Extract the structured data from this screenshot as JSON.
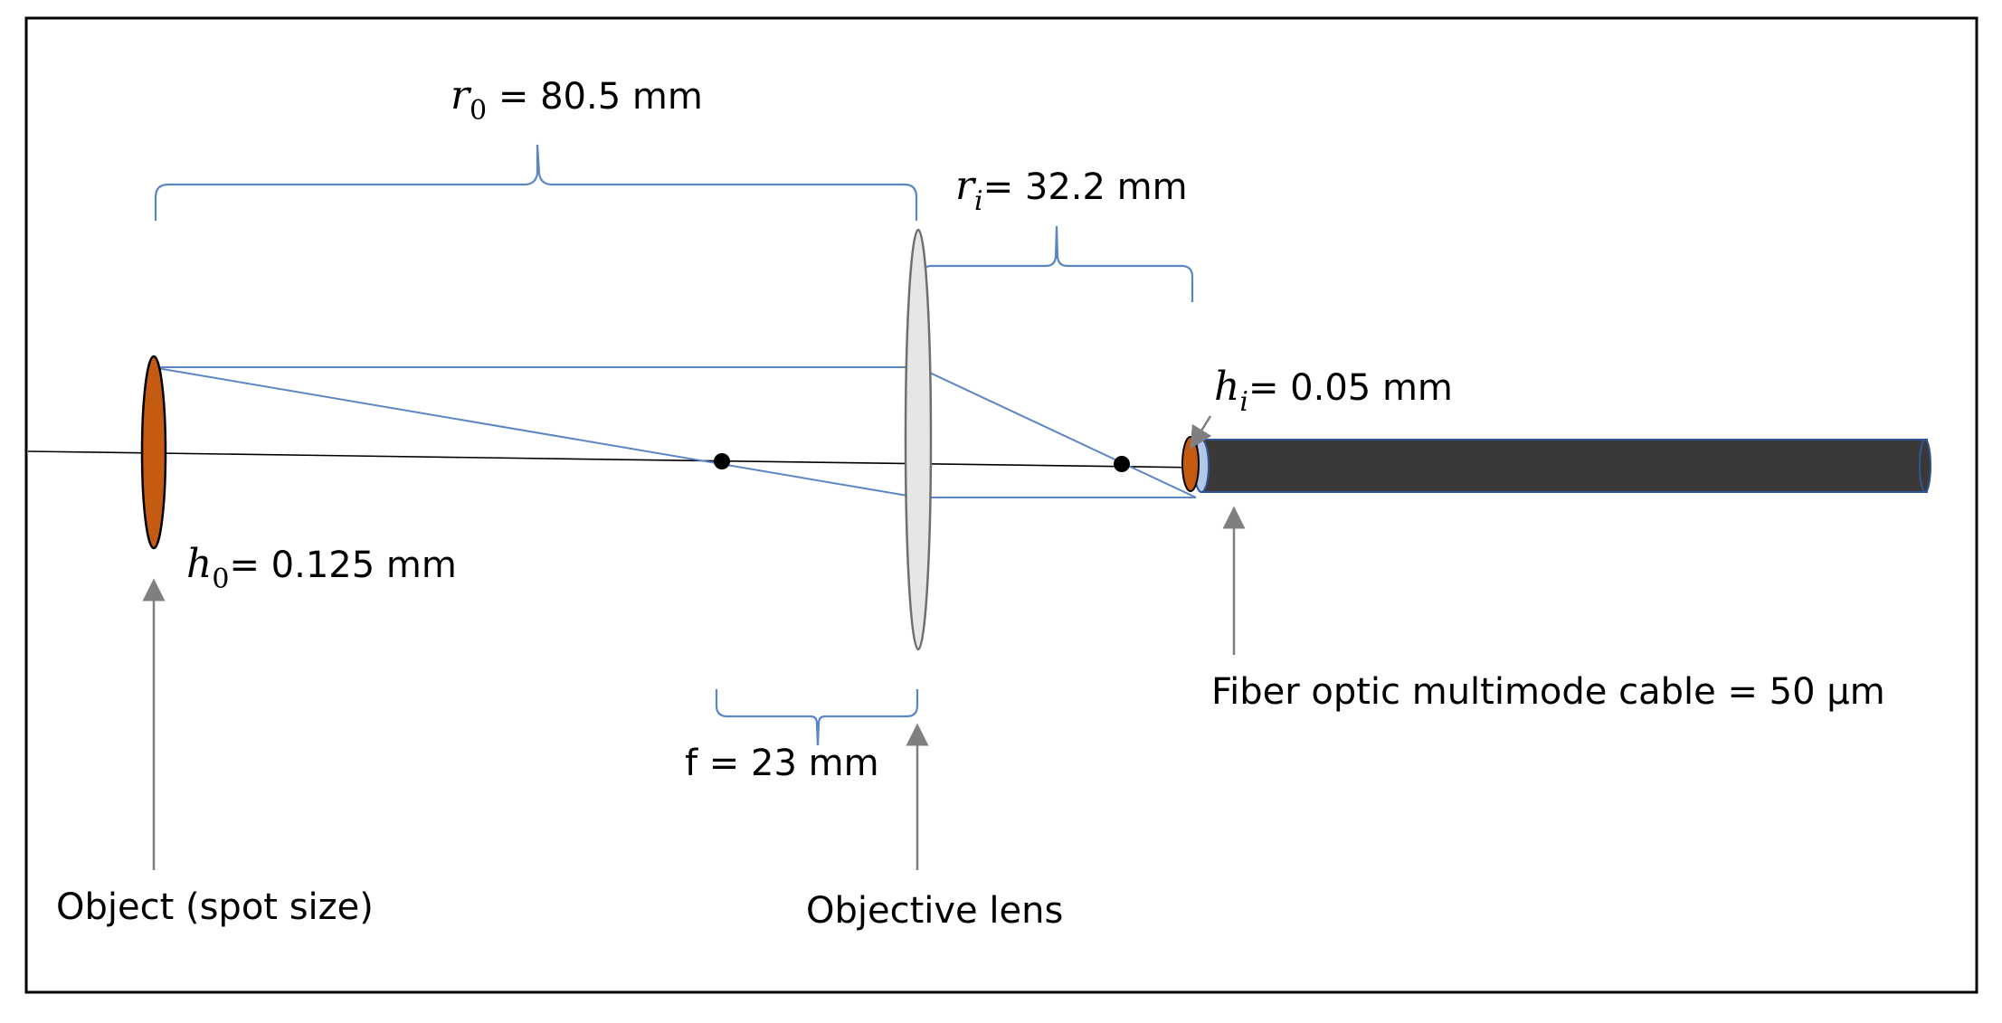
{
  "labels": {
    "r0_symbol": "r",
    "r0_subscript": "0",
    "r0_value": " = 80.5 mm",
    "ri_symbol": "r",
    "ri_subscript": "i",
    "ri_value": "= 32.2 mm",
    "hi_symbol": "h",
    "hi_subscript": "i",
    "hi_value": "= 0.05 mm",
    "h0_symbol": "h",
    "h0_subscript": "0",
    "h0_value": "= 0.125 mm",
    "focal_length": "f = 23 mm",
    "object": "Object (spot size)",
    "objective_lens": "Objective lens",
    "fiber": "Fiber optic multimode cable = 50 µm"
  },
  "colors": {
    "frame": "#000000",
    "object_fill": "#c55a11",
    "lens_fill": "#e7e6e6",
    "fiber_fill": "#3b3838",
    "fiber_edge": "#2f5597",
    "ray": "#5b86c5",
    "pointer_arrow": "#7f7f7f"
  }
}
